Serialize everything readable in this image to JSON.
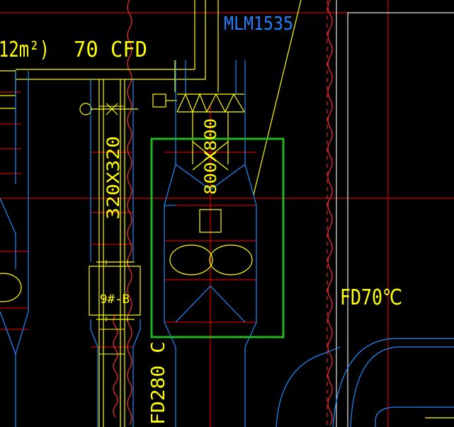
{
  "colors": {
    "background": "#000000",
    "yellow": "#FFFF00",
    "red": "#FF0000",
    "blue": "#1E8CFF",
    "white": "#FFFFFF",
    "green": "#22C022",
    "selection_box": "#22B422"
  },
  "labels": {
    "tag_mlm": "MLM1535",
    "area_text": "12m²)",
    "flow_text": "70 CFD",
    "duct_size_vertical": "320X320",
    "duct_size_center": "800X800",
    "damper_tag": "9#-B",
    "fd_right": "FD70℃",
    "fd_bottom": "FD280 C"
  }
}
